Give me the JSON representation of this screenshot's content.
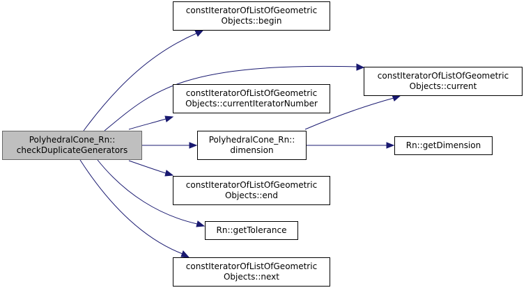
{
  "colors": {
    "edge": "#191970",
    "root_fill": "#bfbfbf",
    "node_border": "#000000"
  },
  "nodes": {
    "root": {
      "line1": "PolyhedralCone_Rn::",
      "line2": "checkDuplicateGenerators"
    },
    "begin": {
      "line1": "constIteratorOfListOfGeometric",
      "line2": "Objects::begin"
    },
    "current": {
      "line1": "constIteratorOfListOfGeometric",
      "line2": "Objects::current"
    },
    "current_iterator_number": {
      "line1": "constIteratorOfListOfGeometric",
      "line2": "Objects::currentIteratorNumber"
    },
    "dimension": {
      "line1": "PolyhedralCone_Rn::",
      "line2": "dimension"
    },
    "get_dimension": {
      "line1": "Rn::getDimension"
    },
    "end": {
      "line1": "constIteratorOfListOfGeometric",
      "line2": "Objects::end"
    },
    "get_tolerance": {
      "line1": "Rn::getTolerance"
    },
    "next": {
      "line1": "constIteratorOfListOfGeometric",
      "line2": "Objects::next"
    }
  }
}
